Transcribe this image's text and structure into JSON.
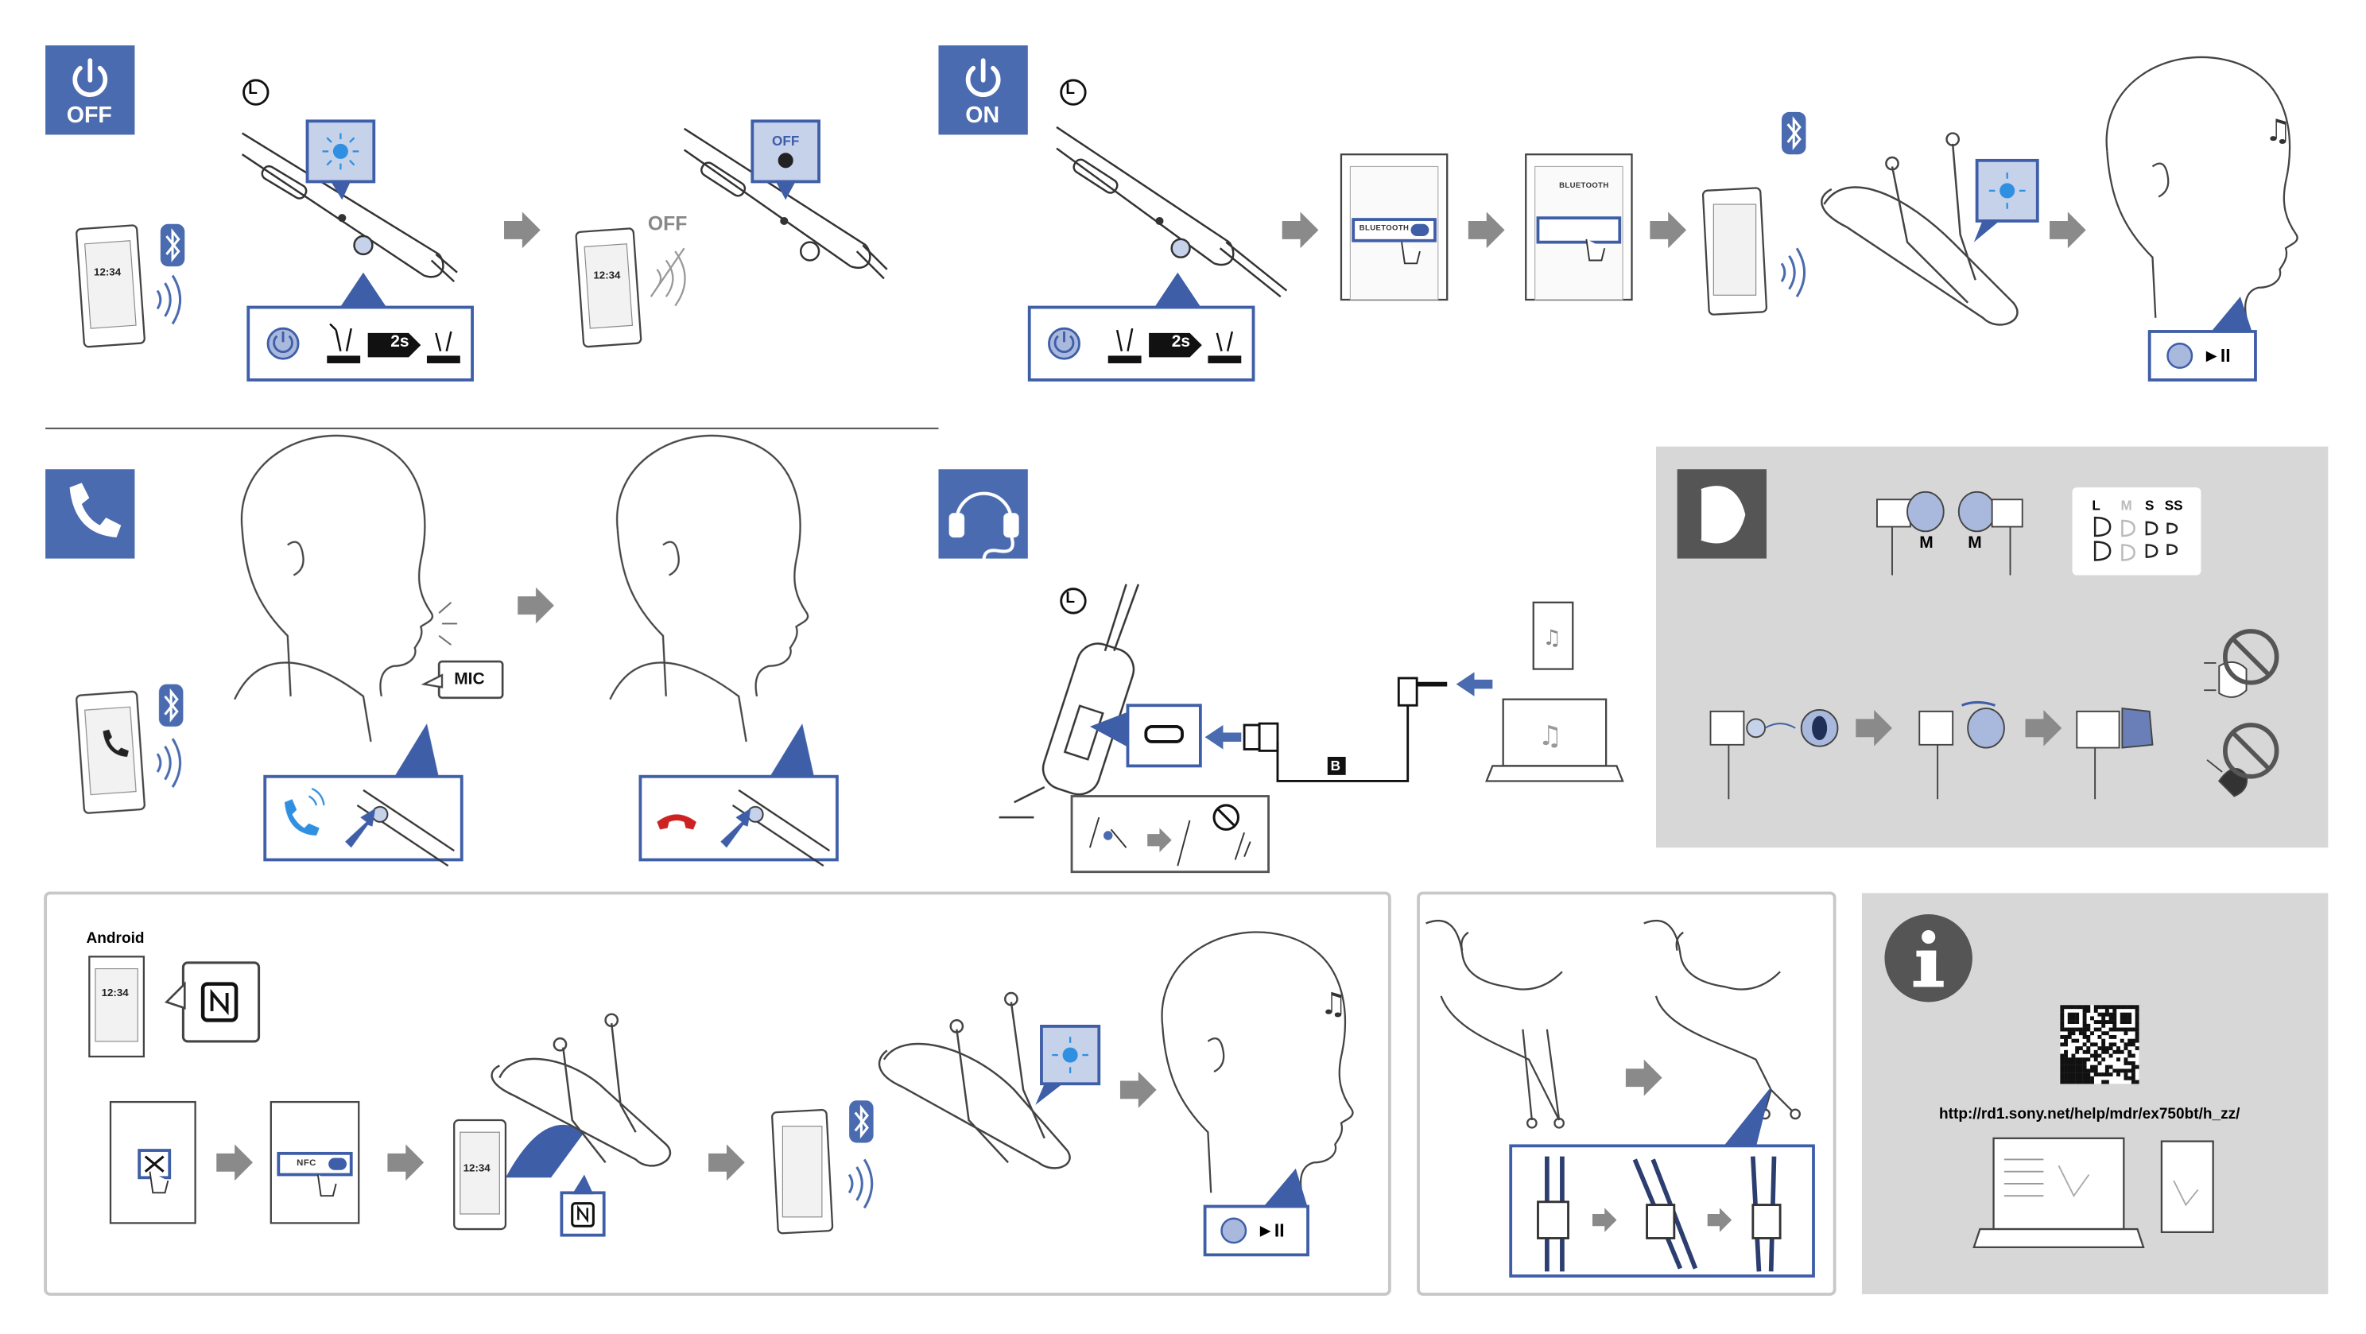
{
  "colors": {
    "accent": "#4a6baf",
    "accent_light": "#c6d1ea",
    "accent_border": "#3f5ea8",
    "gray_panel": "#d7d7d7",
    "dark_tile": "#555555",
    "led_blue": "#2f8fe0",
    "hangup_red": "#cc2222"
  },
  "power_off": {
    "tile_label": "OFF",
    "tile_icon": "power-icon",
    "side_marker": "L",
    "phone_time": "12:34",
    "callout_status": "OFF",
    "status_label": "OFF",
    "hold_duration": "2s"
  },
  "power_on": {
    "tile_label": "ON",
    "tile_icon": "power-icon",
    "side_marker": "L",
    "hold_duration": "2s",
    "settings_item": "BLUETOOTH",
    "playback_glyph": "►II"
  },
  "call": {
    "tile_icon": "phone-handset-icon",
    "mic_label": "MIC"
  },
  "wired": {
    "tile_icon": "headphones-cable-icon",
    "side_marker": "L",
    "cable_label": "B"
  },
  "eartips": {
    "tile_icon": "eartip-icon",
    "fitted_label_left": "M",
    "fitted_label_right": "M",
    "sizes": [
      "L",
      "M",
      "S",
      "SS"
    ]
  },
  "nfc": {
    "os_label": "Android",
    "phone_time": "12:34",
    "settings_item": "NFC",
    "playback_glyph": "►II"
  },
  "cable_clip": {
    "tile_icon": "clip-icon"
  },
  "info": {
    "tile_icon": "info-icon",
    "help_url": "http://rd1.sony.net/help/mdr/ex750bt/h_zz/"
  }
}
